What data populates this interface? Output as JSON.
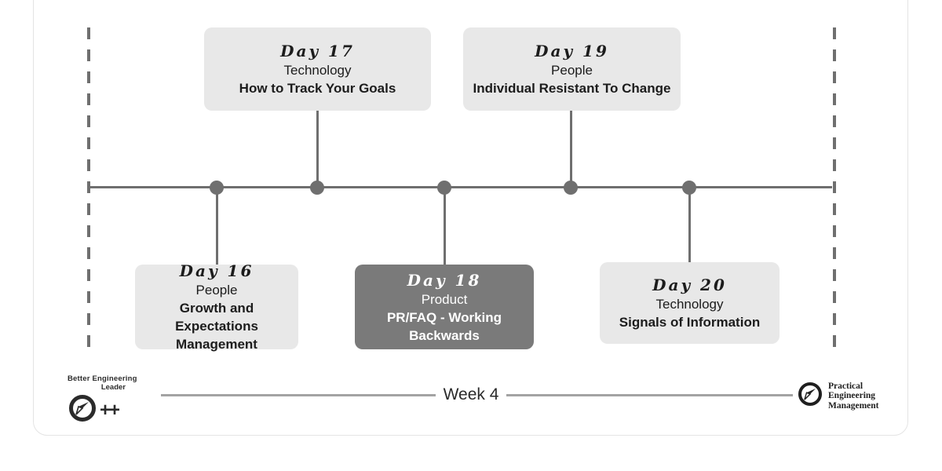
{
  "timeline": {
    "week_label": "Week 4",
    "days": [
      {
        "day": "Day 16",
        "category": "People",
        "title": "Growth and Expectations Management",
        "position": "below",
        "variant": "light"
      },
      {
        "day": "Day 17",
        "category": "Technology",
        "title": "How to Track Your Goals",
        "position": "above",
        "variant": "light"
      },
      {
        "day": "Day 18",
        "category": "Product",
        "title": "PR/FAQ - Working Backwards",
        "position": "below",
        "variant": "dark"
      },
      {
        "day": "Day 19",
        "category": "People",
        "title": "Individual Resistant To Change",
        "position": "above",
        "variant": "light"
      },
      {
        "day": "Day 20",
        "category": "Technology",
        "title": "Signals of Information",
        "position": "below",
        "variant": "light"
      }
    ]
  },
  "footer": {
    "left_logo": {
      "line1": "Better Engineering",
      "line2": "Leader",
      "suffix": "++"
    },
    "right_logo": {
      "line1": "Practical",
      "line2": "Engineering",
      "line3": "Management"
    }
  },
  "colors": {
    "card_light": "#e8e8e8",
    "card_dark": "#7a7a7a",
    "line": "#6f6f6f",
    "week_line": "#a3a3a3",
    "text": "#1c1c1c"
  }
}
